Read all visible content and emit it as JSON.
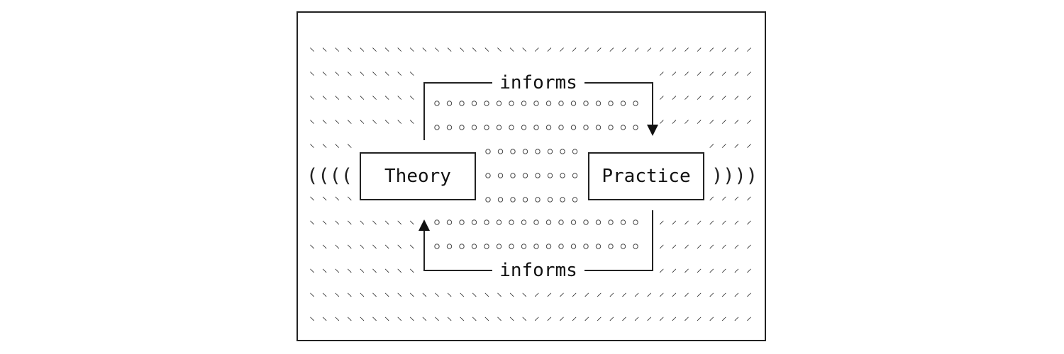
{
  "nodes": [
    {
      "id": "theory",
      "label": "Theory"
    },
    {
      "id": "practice",
      "label": "Practice"
    }
  ],
  "edges": [
    {
      "id": "theory-to-practice",
      "from": "theory",
      "to": "practice",
      "label": "informs"
    },
    {
      "id": "practice-to-theory",
      "from": "practice",
      "to": "theory",
      "label": "informs"
    }
  ],
  "decor": {
    "left_parens": "((((",
    "right_parens": "))))"
  }
}
